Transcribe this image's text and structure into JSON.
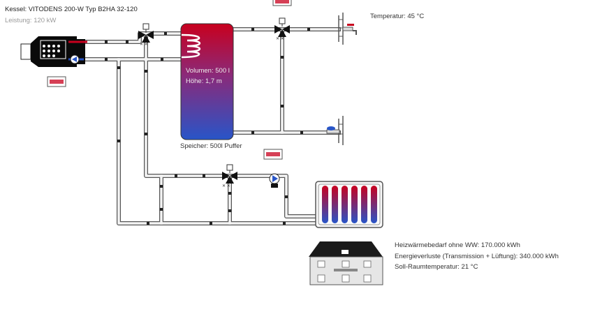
{
  "boiler": {
    "title": "Kessel: VITODENS 200-W Typ B2HA 32-120",
    "power": "Leistung: 120 kW"
  },
  "storage": {
    "volume": "Volumen: 500 l",
    "height": "Höhe: 1,7 m",
    "label": "Speicher: 500l Puffer"
  },
  "hot_water": {
    "temperature": "Temperatur: 45 °C"
  },
  "building": {
    "heat_demand": "Heizwärmebedarf ohne WW: 170.000 kWh",
    "energy_losses": "Energieverluste (Transmission + Lüftung): 340.000 kWh",
    "room_temperature": "Soll-Raumtemperatur: 21 °C"
  },
  "colors": {
    "hot": "#c8001e",
    "cold": "#2855c8",
    "pipe_outline": "#555555",
    "pipe_fill": "#f4f4f4",
    "house_roof": "#1a1a1a",
    "house_wall": "#e6e6e6"
  }
}
